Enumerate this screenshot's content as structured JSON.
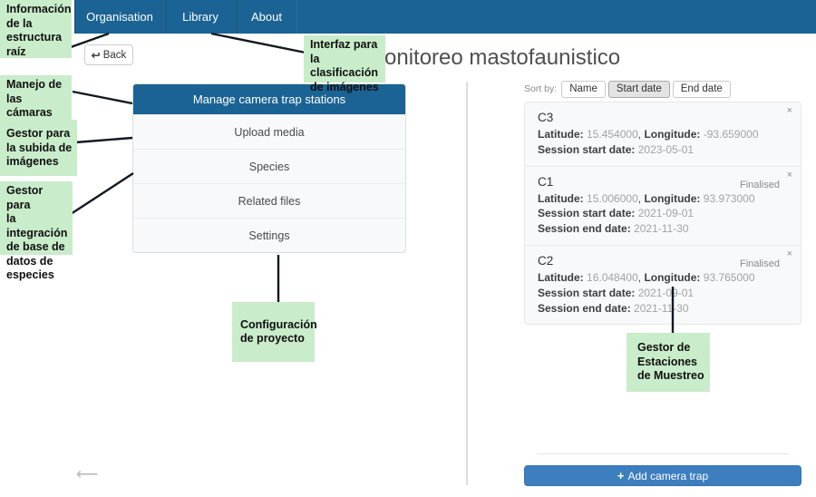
{
  "navbar": {
    "items": [
      {
        "label": "Organisation"
      },
      {
        "label": "Library"
      },
      {
        "label": "About"
      }
    ]
  },
  "header": {
    "back_icon": "↩",
    "back_label": "Back",
    "title": "Monitoreo mastofaunistico"
  },
  "menu": {
    "items": [
      {
        "label": "Manage camera trap stations",
        "active": true
      },
      {
        "label": "Upload media",
        "active": false
      },
      {
        "label": "Species",
        "active": false
      },
      {
        "label": "Related files",
        "active": false
      },
      {
        "label": "Settings",
        "active": false
      }
    ]
  },
  "sort": {
    "label": "Sort by:",
    "options": [
      {
        "label": "Name",
        "active": false
      },
      {
        "label": "Start date",
        "active": true
      },
      {
        "label": "End date",
        "active": false
      }
    ]
  },
  "labels": {
    "latitude": "Latitude:",
    "longitude": "Longitude:",
    "session_start": "Session start date:",
    "session_end": "Session end date:",
    "finalised": "Finalised",
    "close": "×",
    "comma": ","
  },
  "stations": [
    {
      "name": "C3",
      "latitude": "15.454000",
      "longitude": "-93.659000",
      "session_start": "2023-05-01",
      "finalised": false
    },
    {
      "name": "C1",
      "latitude": "15.006000",
      "longitude": "93.973000",
      "session_start": "2021-09-01",
      "session_end": "2021-11-30",
      "finalised": true
    },
    {
      "name": "C2",
      "latitude": "16.048400",
      "longitude": "93.765000",
      "session_start": "2021-09-01",
      "session_end": "2021-11-30",
      "finalised": true
    }
  ],
  "add_button": {
    "icon": "+",
    "label": "Add camera trap"
  },
  "pagination": {
    "prev_arrow": "⟵"
  },
  "annotations": [
    {
      "id": "root-info",
      "text": "Información\nde la\nestructura\nraíz"
    },
    {
      "id": "camera-management",
      "text": "Manejo de las\ncámaras\ntrampa"
    },
    {
      "id": "upload-manager",
      "text": "Gestor para\nla subida de\nimágenes"
    },
    {
      "id": "species-database",
      "text": "Gestor para\nla integración\nde base de\ndatos de\nespecies"
    },
    {
      "id": "classification-interface",
      "text": "Interfaz para la\nclasificación\nde imágenes"
    },
    {
      "id": "project-config",
      "text": "Configuración\nde proyecto"
    },
    {
      "id": "stations-manager",
      "text": "Gestor de\nEstaciones\nde Muestreo"
    }
  ],
  "colors": {
    "navbar": "#1b6394",
    "active_menu_item": "#1b6394",
    "add_button": "#3d7ebf",
    "annotation_bg": "#c9ecca",
    "panel_bg": "#f8f9fa",
    "value_text": "#a3a3a3"
  }
}
